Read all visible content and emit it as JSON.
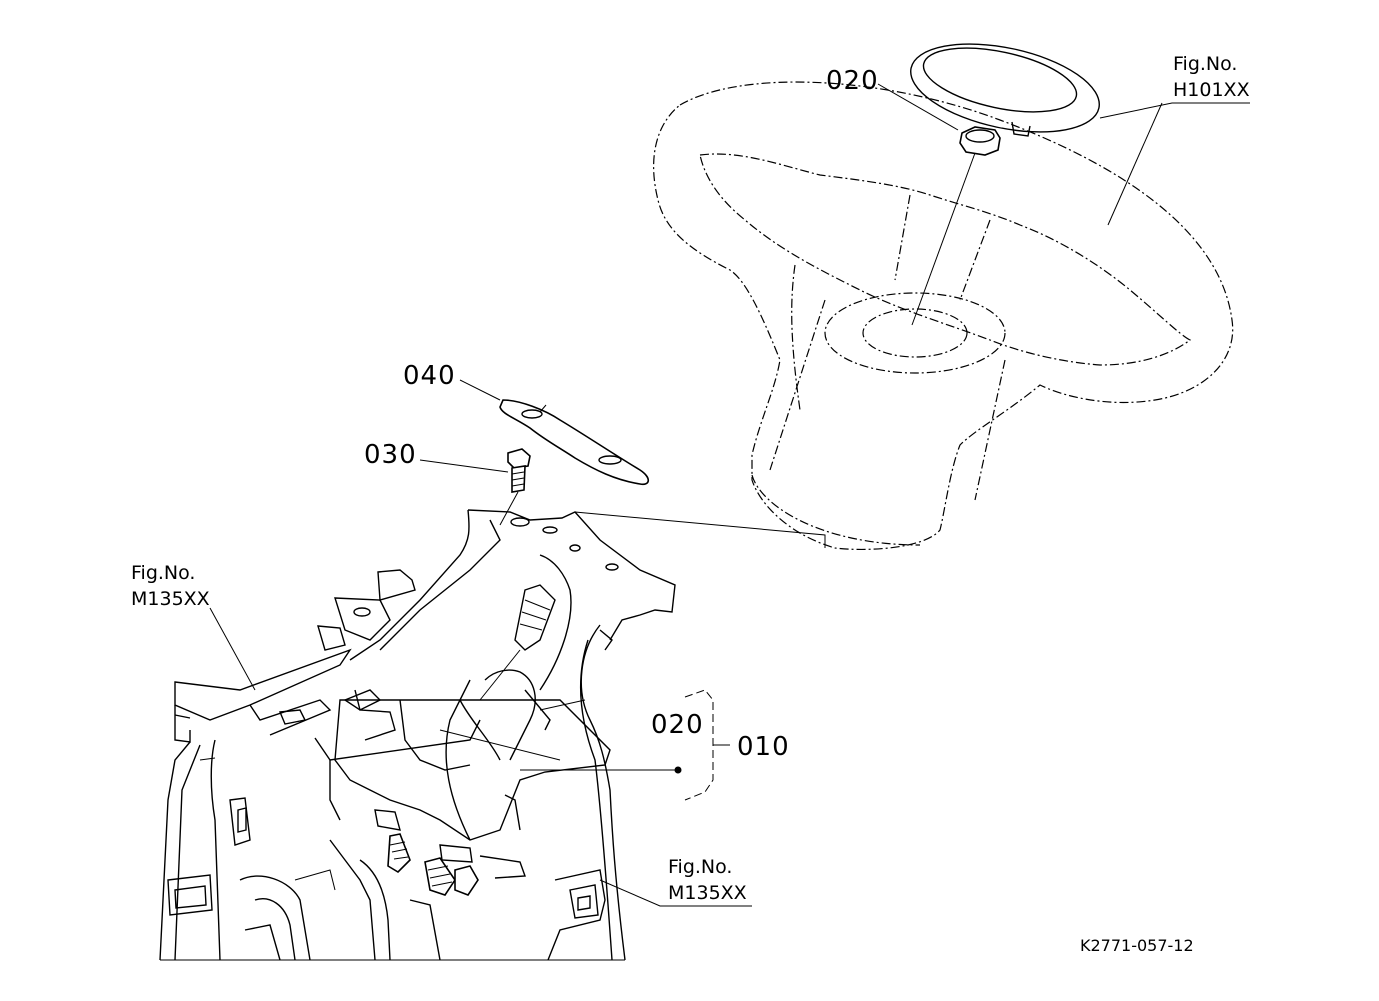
{
  "callouts": {
    "p020_top": "020",
    "p040": "040",
    "p030": "030",
    "p020_assy": "020",
    "p010": "010"
  },
  "references": {
    "top_right": {
      "line1": "Fig.No.",
      "line2": "H101XX"
    },
    "left": {
      "line1": "Fig.No.",
      "line2": "M135XX"
    },
    "bottom_right": {
      "line1": "Fig.No.",
      "line2": "M135XX"
    }
  },
  "drawing_code": "K2771-057-12"
}
